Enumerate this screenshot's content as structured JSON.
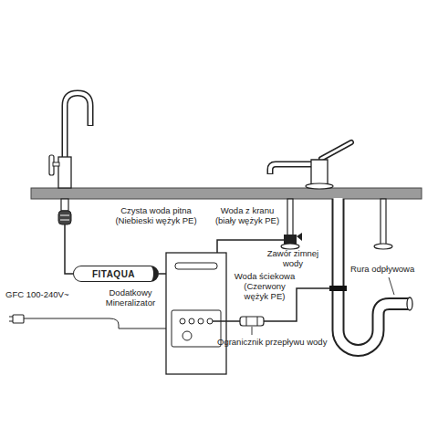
{
  "diagram": {
    "nodes": [
      {
        "text": [
          "FITAQUA"
        ]
      }
    ],
    "labels": [
      "Czysta woda pitna (Niebieski wężyk PE)",
      "Woda z kranu (biały wężyk PE)",
      "Zawór zimnej wody",
      "GFC 100-240V~",
      "Dodatkowy Mineralizator",
      "Woda ściekowa (Czerwony wężyk PE)",
      "Rura odpływowa",
      "Ogranicznik przepływu wody"
    ]
  }
}
